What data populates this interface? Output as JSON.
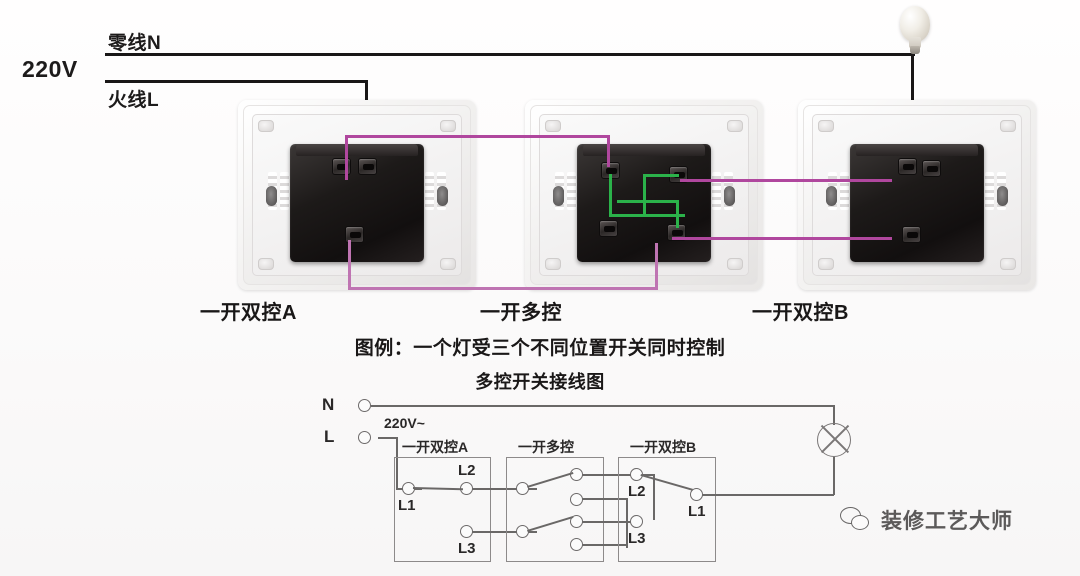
{
  "supply": {
    "voltage_label": "220V",
    "neutral_label": "零线N",
    "live_label": "火线L"
  },
  "photo_switches": [
    {
      "id": "switch-a",
      "caption": "一开双控A"
    },
    {
      "id": "switch-middle",
      "caption": "一开多控"
    },
    {
      "id": "switch-b",
      "caption": "一开双控B"
    }
  ],
  "captions": {
    "legend": "图例：一个灯受三个不同位置开关同时控制",
    "title": "多控开关接线图"
  },
  "schematic": {
    "voltage": "220V~",
    "terminal_n": "N",
    "terminal_l": "L",
    "boxes": [
      {
        "id": "sch-switch-a",
        "label": "一开双控A",
        "terminals": [
          "L1",
          "L2",
          "L3"
        ]
      },
      {
        "id": "sch-switch-middle",
        "label": "一开多控",
        "terminals": []
      },
      {
        "id": "sch-switch-b",
        "label": "一开双控B",
        "terminals": [
          "L2",
          "L3",
          "L1"
        ]
      }
    ],
    "lamp": "lamp-symbol"
  },
  "watermark": {
    "text": "装修工艺大师",
    "icon": "wechat-icon"
  },
  "colors": {
    "wire_live_black": "#191717",
    "wire_magenta": "#b0479e",
    "wire_green": "#2bb24a",
    "schematic_line": "#6a6867"
  }
}
